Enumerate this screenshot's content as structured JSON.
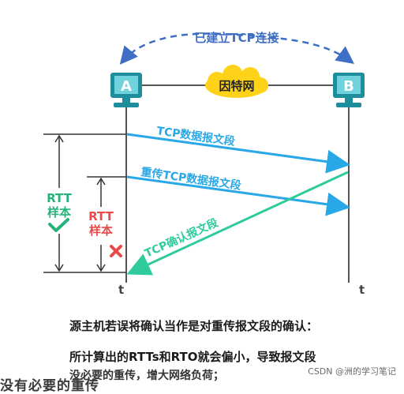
{
  "diagram": {
    "connection_label": "已建立TCP连接",
    "host_a": "A",
    "host_b": "B",
    "network_label": "因特网",
    "time_label_left": "t",
    "time_label_right": "t",
    "msg1": "TCP数据报文段",
    "msg2": "重传TCP数据报文段",
    "msg3": "TCP确认报文段",
    "rtt_ok_line1": "RTT",
    "rtt_ok_line2": "样本",
    "rtt_bad_line1": "RTT",
    "rtt_bad_line2": "样本",
    "colors": {
      "blue_arrow": "#29a8e8",
      "green_arrow": "#2fcb9c",
      "dashed_blue": "#3f6fc4",
      "rtt_green": "#26b37b",
      "rtt_red": "#e84a4a",
      "cloud": "#ffd21a",
      "host": "#1e8d9c"
    }
  },
  "caption": {
    "line1": "源主机若误将确认当作是对重传报文段的确认：",
    "line2": "所计算出的RTTs和RTO就会偏小，导致报文段",
    "line3": "没必要的重传，增大网络负荷；",
    "cut_text": "没有必要的重传"
  },
  "watermark": "CSDN @洲的学习笔记"
}
